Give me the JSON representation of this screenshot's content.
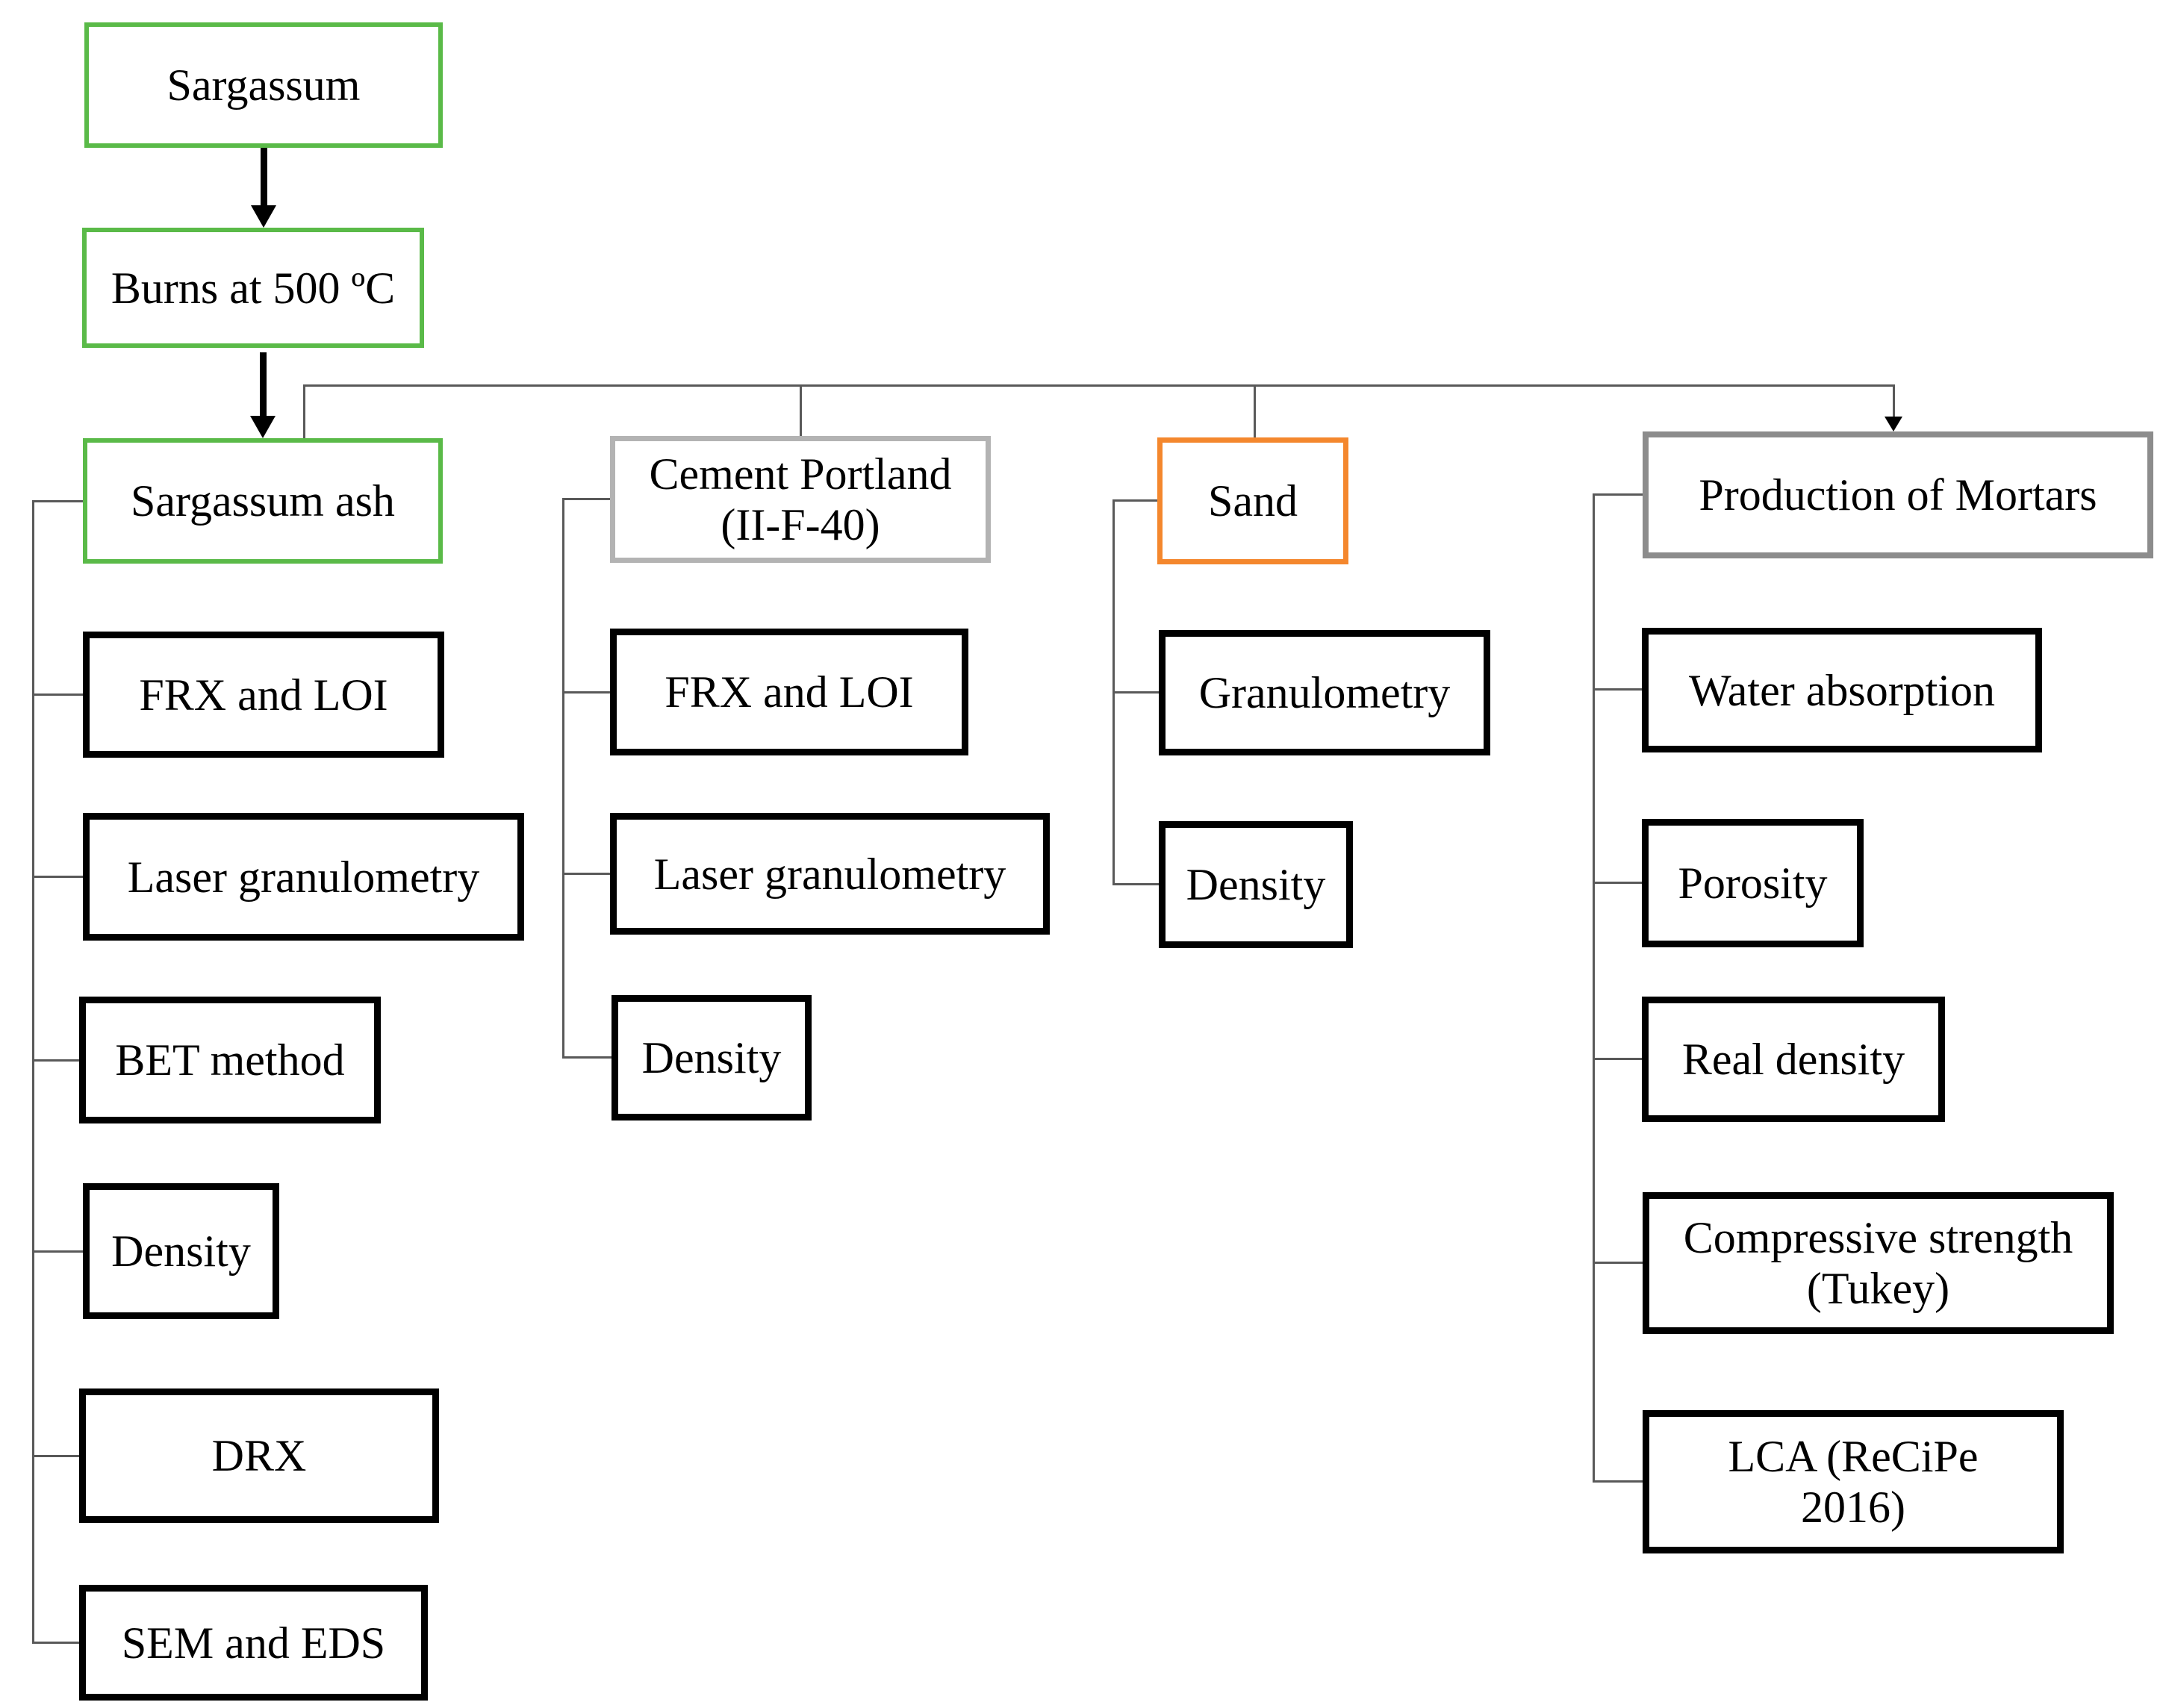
{
  "diagram": {
    "title": "Sargassum ash mortar characterization methodology flowchart",
    "colors": {
      "green": "#5ABA48",
      "orange": "#F4872D",
      "lightgray": "#B3B3B3",
      "midgray": "#8C8C8C",
      "black": "#000000",
      "line": "#595959"
    },
    "nodes": {
      "sargassum": {
        "label": "Sargassum"
      },
      "burns": {
        "label": "Burns at 500 ºC"
      },
      "sargassum_ash": {
        "label": "Sargassum ash"
      },
      "cement_portland": {
        "label": "Cement Portland\n(II-F-40)"
      },
      "sand": {
        "label": "Sand"
      },
      "production_of_mortars": {
        "label": "Production of Mortars"
      },
      "ash_frx_loi": {
        "label": "FRX and LOI"
      },
      "ash_laser_granulometry": {
        "label": "Laser granulometry"
      },
      "ash_bet_method": {
        "label": "BET method"
      },
      "ash_density": {
        "label": "Density"
      },
      "ash_drx": {
        "label": "DRX"
      },
      "ash_sem_eds": {
        "label": "SEM and EDS"
      },
      "cement_frx_loi": {
        "label": "FRX and LOI"
      },
      "cement_laser_granulometry": {
        "label": "Laser granulometry"
      },
      "cement_density": {
        "label": "Density"
      },
      "sand_granulometry": {
        "label": "Granulometry"
      },
      "sand_density": {
        "label": "Density"
      },
      "mortar_water_absorption": {
        "label": "Water absorption"
      },
      "mortar_porosity": {
        "label": "Porosity"
      },
      "mortar_real_density": {
        "label": "Real density"
      },
      "mortar_compressive_strength": {
        "label": "Compressive strength\n(Tukey)"
      },
      "mortar_lca": {
        "label": "LCA (ReCiPe\n2016)"
      }
    }
  }
}
